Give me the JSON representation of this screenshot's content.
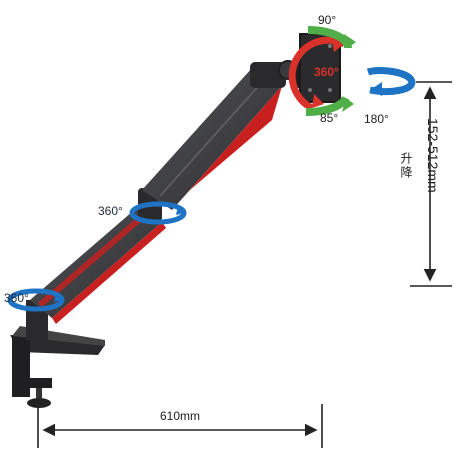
{
  "labels": {
    "tilt_up": "90°",
    "swivel_monitor": "360°",
    "tilt_down": "85°",
    "pan_monitor": "180°",
    "rotate_mid": "360°",
    "rotate_base": "360°",
    "height_range": "152-512mm",
    "height_cn": "升降",
    "reach": "610mm"
  },
  "colors": {
    "arm": "#3a3a3e",
    "arm_dark": "#1f1f22",
    "accent_red": "#c8201e",
    "rotate_blue": "#1e73c4",
    "tilt_green": "#4fae48",
    "swivel_red": "#d8322a"
  },
  "icons": [
    "rotate-arrow-icon",
    "tilt-arrow-icon",
    "swivel-arrow-icon",
    "pan-arrow-icon"
  ]
}
